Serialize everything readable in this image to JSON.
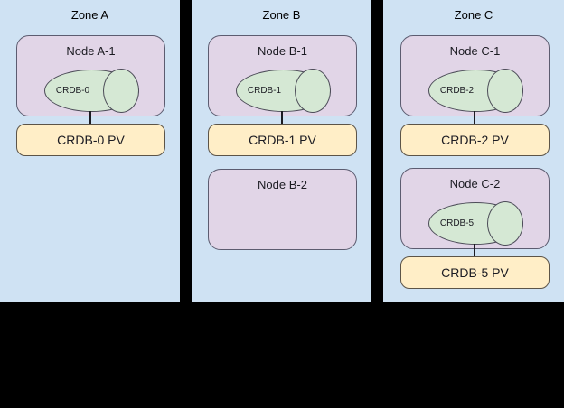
{
  "diagram": {
    "background_color": "#000000",
    "zone_color": "#cfe2f3",
    "node_color": "#e1d5e7",
    "db_color": "#d5e8d4",
    "pv_color": "#ffeec7",
    "zones": [
      {
        "title": "Zone A",
        "nodes": [
          {
            "title": "Node A-1",
            "database": {
              "label": "CRDB-0"
            },
            "pv": {
              "label": "CRDB-0 PV"
            }
          }
        ]
      },
      {
        "title": "Zone B",
        "nodes": [
          {
            "title": "Node B-1",
            "database": {
              "label": "CRDB-1"
            },
            "pv": {
              "label": "CRDB-1 PV"
            }
          },
          {
            "title": "Node B-2",
            "database": null,
            "pv": null
          }
        ]
      },
      {
        "title": "Zone C",
        "nodes": [
          {
            "title": "Node C-1",
            "database": {
              "label": "CRDB-2"
            },
            "pv": {
              "label": "CRDB-2 PV"
            }
          },
          {
            "title": "Node C-2",
            "database": {
              "label": "CRDB-5"
            },
            "pv": {
              "label": "CRDB-5 PV"
            }
          }
        ]
      }
    ]
  }
}
